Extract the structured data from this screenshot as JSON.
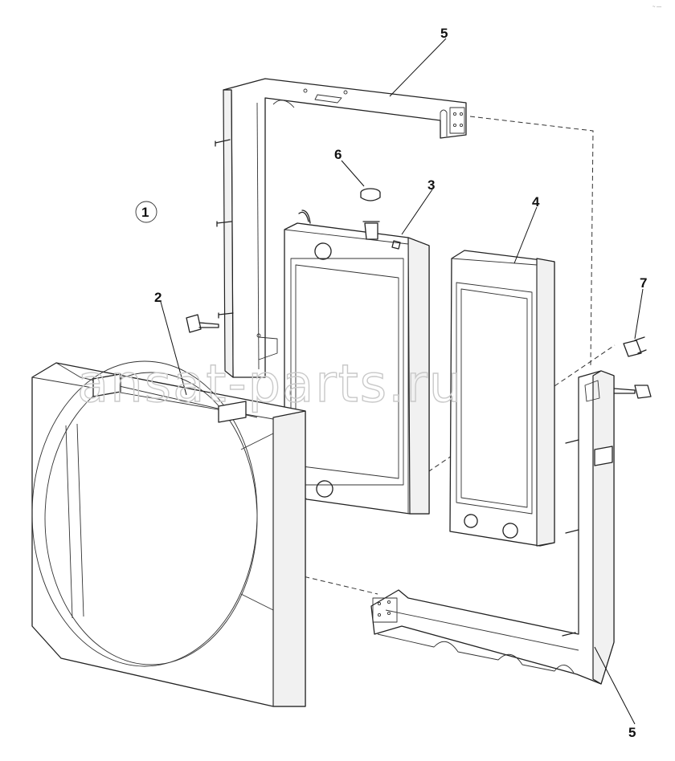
{
  "callouts": {
    "c1": "1",
    "c2": "2",
    "c3": "3",
    "c4": "4",
    "c5_top": "5",
    "c5_bottom": "5",
    "c6": "6",
    "c7": "7"
  },
  "watermark": "ansat-parts.ru",
  "corner_mark": "~ —"
}
